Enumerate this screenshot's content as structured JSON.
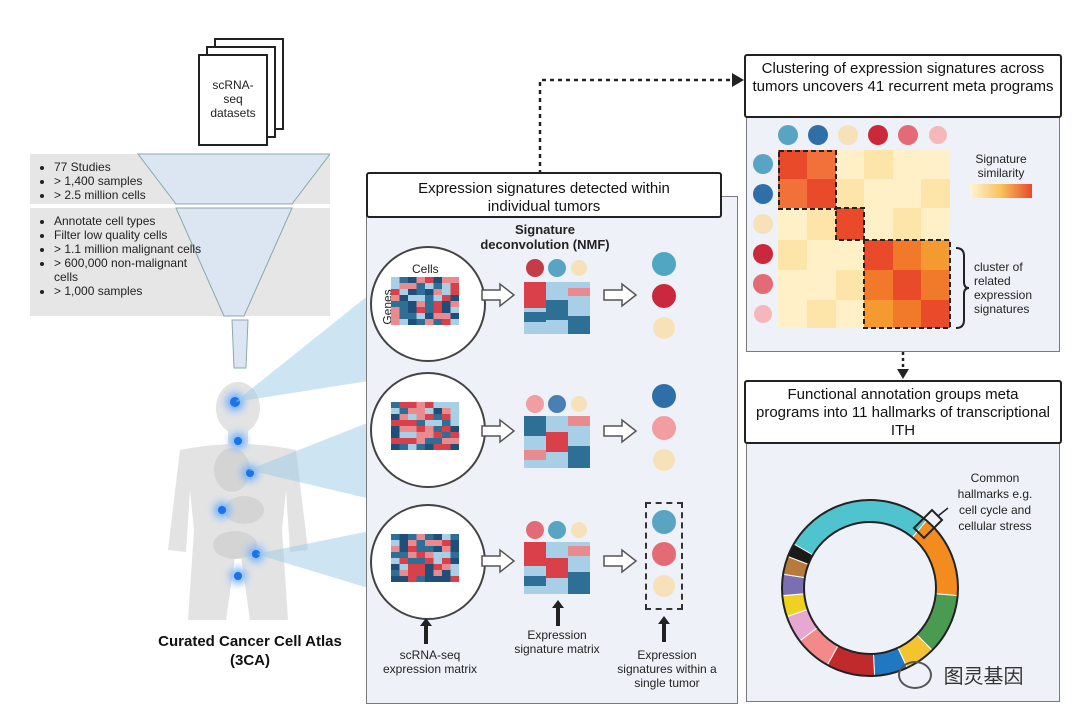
{
  "stack_label": "scRNA-\nseq\ndatasets",
  "funnel_top": [
    "77 Studies",
    "> 1,400 samples",
    "> 2.5 million cells"
  ],
  "funnel_bottom": [
    "Annotate cell types",
    "Filter low quality cells",
    "> 1.1 million malignant cells",
    "> 600,000 non-malignant cells",
    "> 1,000 samples"
  ],
  "atlas_label": "Curated Cancer Cell Atlas (3CA)",
  "middle": {
    "title": "Expression signatures detected within individual tumors",
    "nmf_title": "Signature deconvolution (NMF)",
    "cells_label": "Cells",
    "genes_label": "Genes",
    "label_matrix": "scRNA-seq expression matrix",
    "label_signature_matrix": "Expression signature matrix",
    "label_signatures_tumor": "Expression signatures within a single tumor"
  },
  "top_right": {
    "title": "Clustering of expression signatures across tumors uncovers 41 recurrent meta programs",
    "similarity_label": "Signature similarity",
    "cluster_label": "cluster of related expression signatures"
  },
  "bottom_right": {
    "title": "Functional annotation groups meta programs into 11 hallmarks of transcriptional ITH",
    "hallmark_label": "Common hallmarks e.g. cell cycle and cellular stress"
  },
  "watermark": "图灵基因",
  "colors": {
    "panel_bg": "#eef2f8",
    "heat_dark": "#e84a2a",
    "heat_light": "#fff4d6",
    "matrix_red": "#d9404a",
    "matrix_blue": "#2e6f96",
    "matrix_light": "#a9cfe6"
  },
  "ring_segments": [
    {
      "color": "#4fc4cf"
    },
    {
      "color": "#f28c1e"
    },
    {
      "color": "#4a9a52"
    },
    {
      "color": "#f4c430"
    },
    {
      "color": "#1f78c1"
    },
    {
      "color": "#c02a2a"
    },
    {
      "color": "#f4898a"
    },
    {
      "color": "#e6a8d0"
    },
    {
      "color": "#f0d020"
    },
    {
      "color": "#7a6fb3"
    },
    {
      "color": "#b87a3a"
    },
    {
      "color": "#1a1a1a"
    }
  ]
}
